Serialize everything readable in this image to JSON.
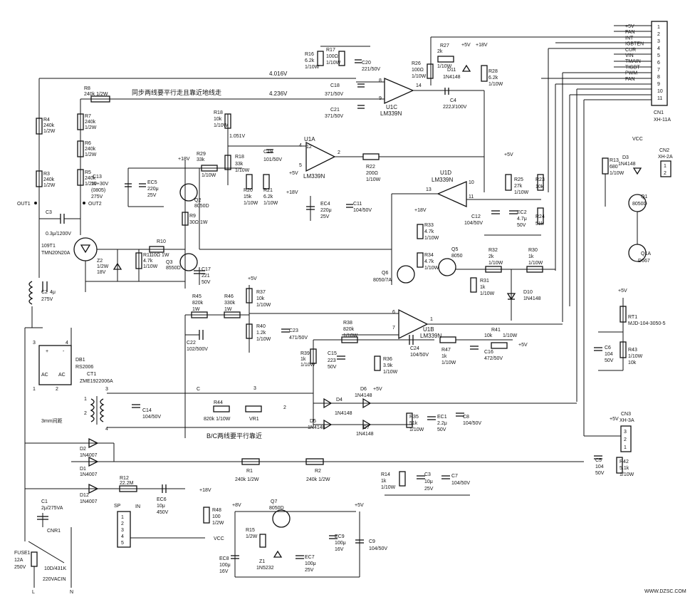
{
  "voltages": {
    "top_ref": "4.016V",
    "mid_ref": "4.236V",
    "u1a_ref": "1.051V"
  },
  "notes": {
    "sync_note": "同步两线要平行走且靠近地线走",
    "bc_note": "B/C两线要平行靠近",
    "gap_note": "3mm间距",
    "ac_input": "220VACIN",
    "L": "L",
    "N": "N"
  },
  "watermark": "WWW.DZSC.COM",
  "connector_cn1": {
    "ref": "CN1",
    "part": "XH-11A",
    "pins": [
      "1",
      "2",
      "3",
      "4",
      "5",
      "6",
      "7",
      "8",
      "9",
      "10",
      "11"
    ],
    "signals": [
      "+5V",
      "FAN",
      "INT",
      "IGBTEN",
      "CUR",
      "VIN",
      "TMAIN",
      "TIGBT",
      "PWM",
      "FAN"
    ]
  },
  "components": {
    "R8": {
      "ref": "R8",
      "val": "240k 1/2W"
    },
    "R4": {
      "ref": "R4",
      "val": "240k",
      "pw": "1/2W"
    },
    "R3": {
      "ref": "R3",
      "val": "240k",
      "pw": "1/2W"
    },
    "R7": {
      "ref": "R7",
      "val": "240k",
      "pw": "1/2W"
    },
    "R6": {
      "ref": "R6",
      "val": "240k",
      "pw": "1/2W"
    },
    "R5": {
      "ref": "R5",
      "val": "240k",
      "pw": "1/2W"
    },
    "R16": {
      "ref": "R16",
      "val": "6.2k",
      "pw": "1/10W"
    },
    "R17": {
      "ref": "R17",
      "val": "100Ω",
      "pw": "1/10W"
    },
    "C20": {
      "ref": "C20",
      "val": "221/50V"
    },
    "C18": {
      "ref": "C18",
      "val": "371/50V"
    },
    "C21": {
      "ref": "C21",
      "val": "371/50V"
    },
    "R18a": {
      "ref": "R18",
      "val": "10k",
      "pw": "1/10W"
    },
    "R18b": {
      "ref": "R18",
      "val": "33k",
      "pw": "1/10W"
    },
    "C19": {
      "ref": "C19",
      "val": "101/50V"
    },
    "R22": {
      "ref": "R22",
      "val": "200Ω",
      "pw": "1/10W"
    },
    "R20": {
      "ref": "R20",
      "val": "15k",
      "pw": "1/10W"
    },
    "R21": {
      "ref": "R21",
      "val": "6.2k",
      "pw": "1/10W"
    },
    "EC4": {
      "ref": "EC4",
      "val": "220μ",
      "v": "25V"
    },
    "C11": {
      "ref": "C11",
      "val": "104/50V"
    },
    "U1A": {
      "ref": "U1A",
      "part": "LM339N"
    },
    "U1B": {
      "ref": "U1B",
      "part": "LM339N"
    },
    "U1C": {
      "ref": "U1C",
      "part": "LM339N"
    },
    "U1D": {
      "ref": "U1D",
      "part": "LM339N"
    },
    "R26": {
      "ref": "R26",
      "val": "100Ω",
      "pw": "1/10W"
    },
    "R27": {
      "ref": "R27",
      "val": "2k",
      "pw": "1/10W"
    },
    "D11": {
      "ref": "D11",
      "val": "1N4148"
    },
    "R28": {
      "ref": "R28",
      "val": "6.2k",
      "pw": "1/10W"
    },
    "C4": {
      "ref": "C4",
      "val": "222J/100V"
    },
    "R29": {
      "ref": "R29",
      "val": "33k",
      "pw": "1/10W"
    },
    "C13": {
      "ref": "C13",
      "val": "10+30V",
      "extra": "(0805)",
      "v": "275V"
    },
    "EC5": {
      "ref": "EC5",
      "val": "220μ",
      "v": "25V"
    },
    "Q2": {
      "ref": "Q2",
      "val": "8050D"
    },
    "R9": {
      "ref": "R9",
      "val": "30Ω 1W"
    },
    "Q3": {
      "ref": "Q3",
      "val": "8550D"
    },
    "R10": {
      "ref": "R10",
      "val": "10Ω 1W"
    },
    "R11": {
      "ref": "R11",
      "val": "4.7k",
      "pw": "1/10W"
    },
    "C17": {
      "ref": "C17",
      "val": "221",
      "v": "50V"
    },
    "C3": {
      "ref": "C3",
      "val": "0.3μ/1200V"
    },
    "IGBT": {
      "ref": "109T1",
      "val": "TMN20N20A"
    },
    "Z2": {
      "ref": "Z2",
      "val": "1/2W",
      "v": "18V"
    },
    "C2": {
      "ref": "C2",
      "val": "4μ",
      "v": "275V"
    },
    "R25": {
      "ref": "R25",
      "val": "27k",
      "pw": "1/10W"
    },
    "R23": {
      "ref": "R23",
      "val": "10k"
    },
    "R24": {
      "ref": "R24",
      "val": "51k"
    },
    "EC2": {
      "ref": "EC2",
      "val": "4.7μ",
      "v": "50V"
    },
    "C12": {
      "ref": "C12",
      "val": "104/50V"
    },
    "R33": {
      "ref": "R33",
      "val": "4.7k",
      "pw": "1/10W"
    },
    "R34": {
      "ref": "R34",
      "val": "4.7k",
      "pw": "1/10W"
    },
    "Q5": {
      "ref": "Q5",
      "val": "8050"
    },
    "Q6": {
      "ref": "Q6",
      "val": "8050/7A"
    },
    "R31": {
      "ref": "R31",
      "val": "1k",
      "pw": "1/10W"
    },
    "R32": {
      "ref": "R32",
      "val": "2k",
      "pw": "1/10W"
    },
    "R30": {
      "ref": "R30",
      "val": "1k",
      "pw": "1/10W"
    },
    "D10": {
      "ref": "D10",
      "val": "1N4148"
    },
    "R45": {
      "ref": "R45",
      "val": "820k",
      "pw": "1W"
    },
    "R46": {
      "ref": "R46",
      "val": "330k",
      "pw": "1W"
    },
    "R37": {
      "ref": "R37",
      "val": "10k",
      "pw": "1/10W"
    },
    "R40": {
      "ref": "R40",
      "val": "1.2k",
      "pw": "1/10W"
    },
    "C23": {
      "ref": "C23",
      "val": "471/50V"
    },
    "C22": {
      "ref": "C22",
      "val": "102/500V"
    },
    "R38": {
      "ref": "R38",
      "val": "820k",
      "pw": "1/10W"
    },
    "C24": {
      "ref": "C24",
      "val": "104/50V"
    },
    "R47": {
      "ref": "R47",
      "val": "1k",
      "pw": "1/10W"
    },
    "C16": {
      "ref": "C16",
      "val": "472/50V"
    },
    "R41": {
      "ref": "R41",
      "val": "10k",
      "pw": "1/10W"
    },
    "R39": {
      "ref": "R39",
      "val": "1k",
      "pw": "1/10W"
    },
    "C15": {
      "ref": "C15",
      "val": "223",
      "v": "50V"
    },
    "R36": {
      "ref": "R36",
      "val": "3.9k",
      "pw": "1/10W"
    },
    "DB1": {
      "ref": "DB1",
      "val": "RS2006"
    },
    "CT1": {
      "ref": "CT1",
      "val": "ZME1922006A"
    },
    "C14": {
      "ref": "C14",
      "val": "104/50V"
    },
    "R44": {
      "ref": "R44",
      "val": "820k 1/10W"
    },
    "VR1": {
      "ref": "VR1"
    },
    "D4": {
      "ref": "D4",
      "val": "1N4148"
    },
    "D5": {
      "ref": "D5",
      "val": "1N4148"
    },
    "D6": {
      "ref": "D6",
      "val": "1N4148"
    },
    "D7": {
      "ref": "D7",
      "val": "1N4148"
    },
    "R35": {
      "ref": "R35",
      "val": "51k",
      "pw": "1/10W"
    },
    "EC1": {
      "ref": "EC1",
      "val": "2.2μ",
      "v": "50V"
    },
    "C8": {
      "ref": "C8",
      "val": "104/50V"
    },
    "D2": {
      "ref": "D2",
      "val": "1N4007"
    },
    "D1": {
      "ref": "D1",
      "val": "1N4007"
    },
    "D12": {
      "ref": "D12",
      "val": "1N4007"
    },
    "R1": {
      "ref": "R1",
      "val": "240k 1/2W"
    },
    "R2": {
      "ref": "R2",
      "val": "240k 1/2W"
    },
    "R12": {
      "ref": "R12",
      "val": "22.2M"
    },
    "EC6": {
      "ref": "EC6",
      "val": "10μ",
      "v": "450V"
    },
    "R14": {
      "ref": "R14",
      "val": "1k",
      "pw": "1/10W"
    },
    "C3b": {
      "ref": "C3",
      "val": "10μ",
      "v": "25V"
    },
    "C7": {
      "ref": "C7",
      "val": "104/50V"
    },
    "C1": {
      "ref": "C1",
      "val": "2μ/275VA"
    },
    "CNR1": {
      "ref": "CNR1",
      "val": "10D/431K"
    },
    "FUSE1": {
      "ref": "FUSE1",
      "val": "12A",
      "v": "250V"
    },
    "R48": {
      "ref": "R48",
      "val": "100",
      "pw": "1/2W"
    },
    "Q7": {
      "ref": "Q7",
      "val": "8050D"
    },
    "R15": {
      "ref": "R15",
      "val": "1/2W"
    },
    "Z1": {
      "ref": "Z1",
      "val": "1N5232"
    },
    "EC8": {
      "ref": "EC8",
      "val": "100μ",
      "v": "16V"
    },
    "EC7": {
      "ref": "EC7",
      "val": "100μ",
      "v": "25V"
    },
    "EC9": {
      "ref": "EC9",
      "val": "100μ",
      "v": "16V"
    },
    "C9": {
      "ref": "C9",
      "val": "104/50V"
    },
    "R13": {
      "ref": "R13",
      "val": "680",
      "pw": "1/10W"
    },
    "D3": {
      "ref": "D3",
      "val": "1N4148"
    },
    "Q1": {
      "ref": "Q1",
      "val": "8050D"
    },
    "Q1A": {
      "ref": "Q1A",
      "val": "D667"
    },
    "RT1": {
      "ref": "RT1",
      "val": "MJD-104-3050-5"
    },
    "R43": {
      "ref": "R43",
      "val": "10k",
      "pw": "1/10W"
    },
    "C6": {
      "ref": "C6",
      "val": "104",
      "v": "50V"
    },
    "C5": {
      "ref": "C5",
      "val": "104",
      "v": "50V"
    },
    "R42": {
      "ref": "R42",
      "val": "5.1k",
      "pw": "1/10W"
    }
  },
  "cn2": {
    "ref": "CN2",
    "part": "XH-2A",
    "pins": [
      "1",
      "2"
    ],
    "vcc": "VCC"
  },
  "cn3": {
    "ref": "CN3",
    "part": "XH-3A",
    "pins": [
      "3",
      "2",
      "1"
    ],
    "v5": "+5V"
  },
  "sp": {
    "ref": "SP",
    "in": "IN",
    "pins": [
      "1",
      "2",
      "3",
      "4",
      "5"
    ],
    "vcc": "VCC"
  },
  "rails": {
    "p5": "+5V",
    "p18": "+18V",
    "p8": "+8V",
    "vcc": "VCC"
  },
  "nets": {
    "out1": "OUT1",
    "out2": "OUT2",
    "C": "C",
    "B": "B"
  },
  "ct_pins": {
    "p1": "1",
    "p2": "2",
    "p3": "3",
    "p4": "4",
    "vr3": "3",
    "vr2": "2"
  },
  "db_pins": {
    "p1": "1",
    "p2": "2",
    "p3": "3",
    "p4": "4",
    "plus": "+",
    "minus": "-",
    "ac": "AC"
  },
  "opamp_pins": {
    "u1c": [
      "8",
      "9",
      "14"
    ],
    "u1a": [
      "4",
      "5",
      "2",
      "12"
    ],
    "u1d": [
      "10",
      "11",
      "13"
    ],
    "u1b": [
      "6",
      "7",
      "1"
    ]
  }
}
